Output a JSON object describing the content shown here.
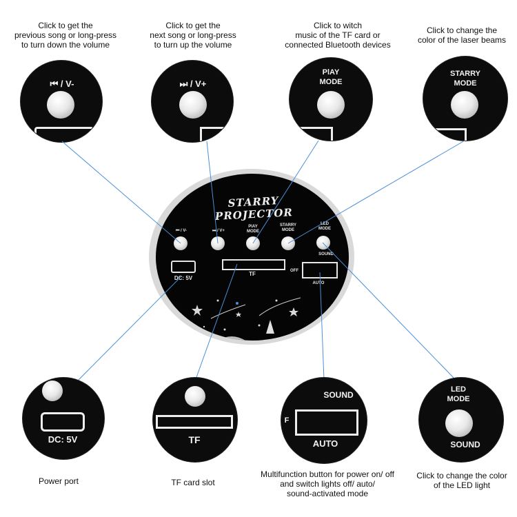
{
  "captions": {
    "prev": [
      "Click to get the",
      "previous song or long-press",
      "to turn down the volume"
    ],
    "next": [
      "Click to get the",
      "next song or long-press",
      "to turn up the volume"
    ],
    "play": [
      "Click to witch",
      "music of the TF card or",
      "connected Bluetooth devices"
    ],
    "starry": [
      "Click to change the",
      "color of the laser beams"
    ],
    "power": [
      "Power port"
    ],
    "tf": [
      "TF card slot"
    ],
    "multi": [
      "Multifunction button for power on/ off",
      "and switch lights off/ auto/",
      "sound-activated mode"
    ],
    "led": [
      "Click to change the color",
      "of the LED light"
    ]
  },
  "zoom_labels": {
    "prev": "⏮ / V-",
    "next": "⏭ / V+",
    "play": [
      "PlAY",
      "MODE"
    ],
    "starry": [
      "STARRY",
      "MODE"
    ],
    "power": "DC: 5V",
    "tf": "TF",
    "multi_top": "SOUND",
    "multi_left": "F",
    "multi_bottom": "AUTO",
    "led": [
      "LED",
      "MODE"
    ],
    "led_bottom": "SOUND"
  },
  "panel": {
    "title": "STARRY PROJECTOR",
    "prev": "⏮ / V-",
    "next": "⏭ / V+",
    "play": [
      "PlAY",
      "MODE"
    ],
    "starry": [
      "STARRY",
      "MODE"
    ],
    "led": [
      "LED",
      "MODE"
    ],
    "sound": "SOUND",
    "off": "OFF",
    "auto": "AUTO",
    "dc": "DC: 5V",
    "tf": "TF"
  },
  "colors": {
    "line": "#4a90d9",
    "device": "#050505",
    "rim": "#d9d9d9"
  }
}
